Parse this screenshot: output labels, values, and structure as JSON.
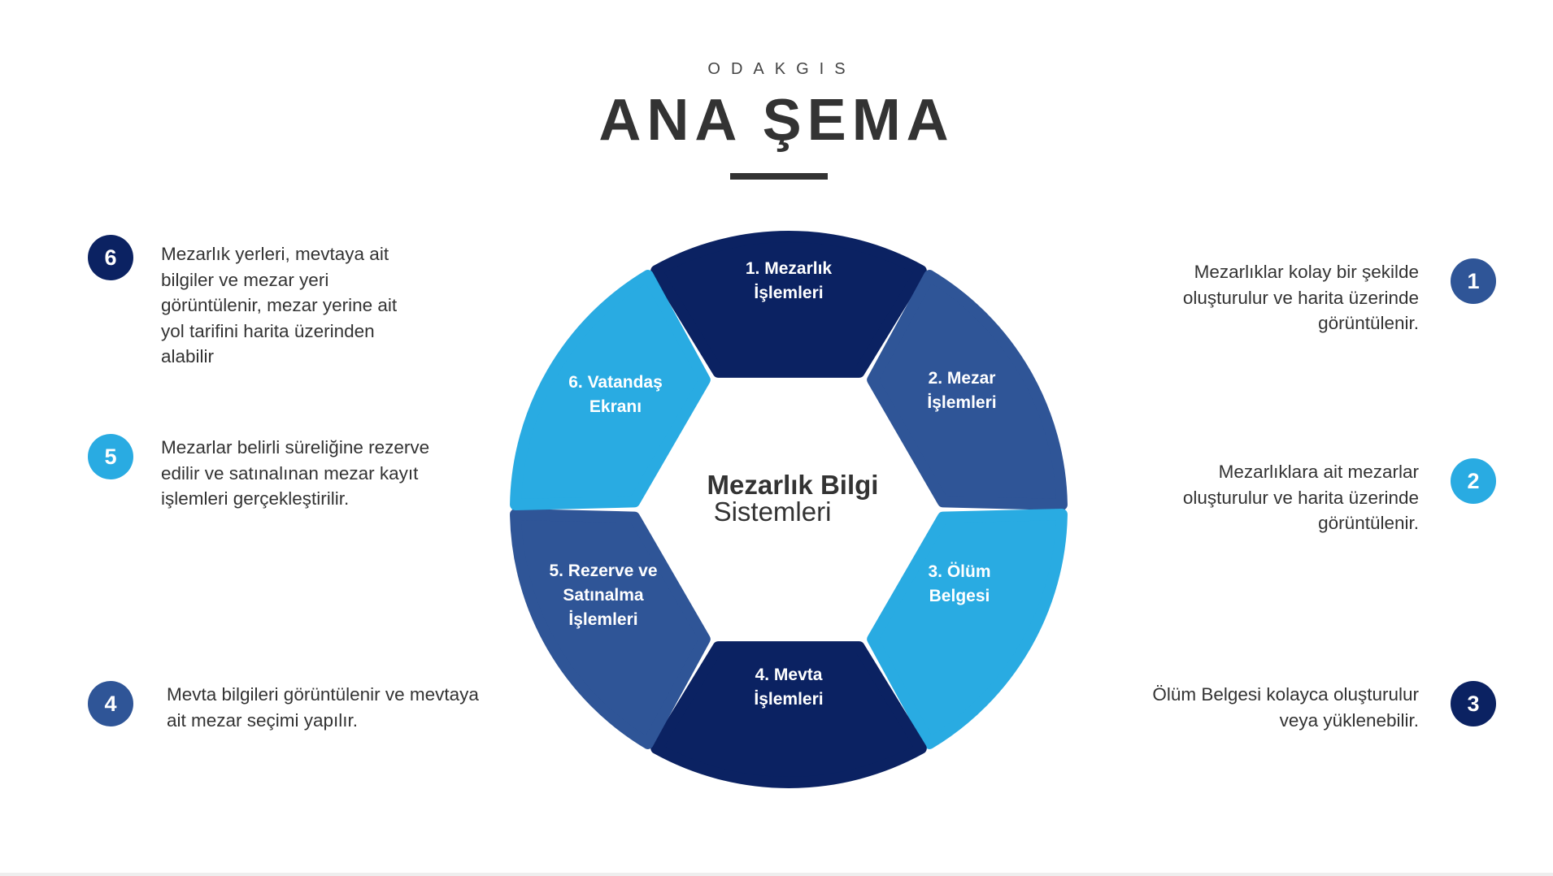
{
  "header": {
    "subtitle": "ODAKGIS",
    "title": "ANA ŞEMA"
  },
  "diagram": {
    "center_line1": "Mezarlık Bilgi",
    "center_line2": "Sistemleri",
    "segments": [
      {
        "lines": [
          "1. Mezarlık",
          "İşlemleri"
        ],
        "color": "#0b2262"
      },
      {
        "lines": [
          "2. Mezar",
          "İşlemleri"
        ],
        "color": "#2f5597"
      },
      {
        "lines": [
          "3. Ölüm",
          "Belgesi"
        ],
        "color": "#29abe2"
      },
      {
        "lines": [
          "4. Mevta",
          "İşlemleri"
        ],
        "color": "#0b2262"
      },
      {
        "lines": [
          "5. Rezerve ve",
          "Satınalma",
          "İşlemleri"
        ],
        "color": "#2f5597"
      },
      {
        "lines": [
          "6. Vatandaş",
          "Ekranı"
        ],
        "color": "#29abe2"
      }
    ]
  },
  "descriptions": {
    "item1": {
      "number": "1",
      "text": [
        "Mezarlıklar kolay bir şekilde",
        "oluşturulur ve harita üzerinde",
        "görüntülenir."
      ],
      "color": "#2f5597"
    },
    "item2": {
      "number": "2",
      "text": [
        "Mezarlıklara ait mezarlar",
        "oluşturulur ve harita üzerinde",
        "görüntülenir."
      ],
      "color": "#29abe2"
    },
    "item3": {
      "number": "3",
      "text": [
        "Ölüm Belgesi kolayca oluşturulur",
        "veya yüklenebilir."
      ],
      "color": "#0b2262"
    },
    "item4": {
      "number": "4",
      "text": [
        "Mevta bilgileri görüntülenir ve mevtaya",
        "ait mezar seçimi yapılır."
      ],
      "color": "#2f5597"
    },
    "item5": {
      "number": "5",
      "text": [
        "Mezarlar belirli süreliğine rezerve",
        "edilir ve satınalınan mezar kayıt",
        "işlemleri gerçekleştirilir."
      ],
      "color": "#29abe2"
    },
    "item6": {
      "number": "6",
      "text": [
        "Mezarlık yerleri, mevtaya ait",
        "bilgiler ve mezar yeri",
        "görüntülenir, mezar yerine ait",
        "yol tarifini harita üzerinden",
        "alabilir"
      ],
      "color": "#0b2262"
    }
  }
}
